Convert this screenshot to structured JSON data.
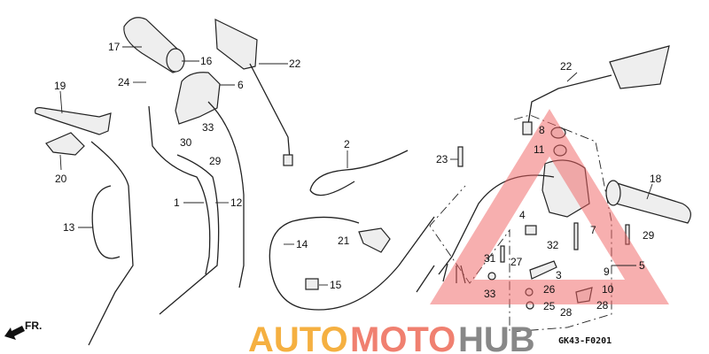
{
  "diagram": {
    "callouts_left": [
      "17",
      "16",
      "22",
      "24",
      "6",
      "19",
      "33",
      "30",
      "29",
      "2",
      "20",
      "1",
      "12",
      "13",
      "14",
      "21",
      "15"
    ],
    "callouts_right": [
      "22",
      "8",
      "11",
      "23",
      "18",
      "4",
      "7",
      "29",
      "32",
      "31",
      "27",
      "5",
      "3",
      "9",
      "26",
      "10",
      "33",
      "25",
      "28",
      "28"
    ],
    "direction_label": "FR.",
    "figure_code": "GK43-F0201"
  },
  "watermark": {
    "text_part1": "AUTO",
    "text_part2": "MOTO",
    "text_part3": "HUB",
    "colors": {
      "triangle": "#f06060",
      "auto": "#f5b041",
      "moto": "#f08070",
      "hub": "#888888"
    }
  }
}
